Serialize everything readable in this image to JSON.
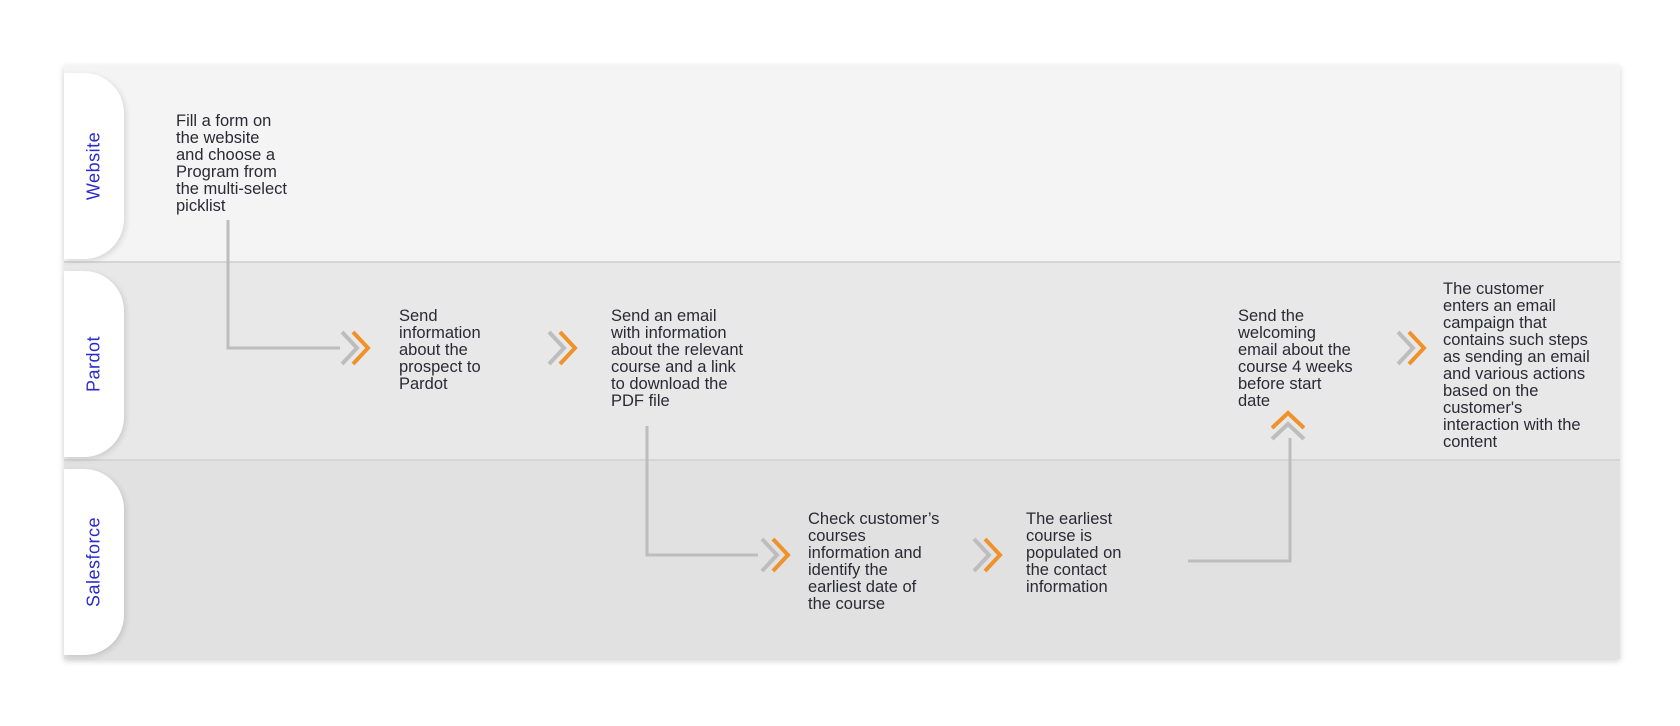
{
  "lanes": {
    "website": "Website",
    "pardot": "Pardot",
    "salesforce": "Salesforce"
  },
  "steps": {
    "fill_form": "Fill a form on\nthe website\nand choose a\nProgram from\nthe multi-select\npicklist",
    "send_info": "Send\ninformation\nabout the\nprospect to\nPardot",
    "send_email": "Send an email\nwith information\nabout the relevant\ncourse and a link\nto download the\nPDF file",
    "check_courses": "Check customer’s\ncourses\ninformation and\nidentify the\nearliest date of\nthe course",
    "earliest_course": "The earliest\ncourse is\npopulated on\nthe contact\ninformation",
    "welcoming_email": "Send the\nwelcoming\nemail about the\ncourse 4 weeks\nbefore start\ndate",
    "email_campaign": "The customer\nenters an email\ncampaign that\ncontains such steps\nas sending an email\nand various actions\nbased on the\ncustomer's\ninteraction with the\ncontent"
  },
  "colors": {
    "lane_label": "#2a2ad0",
    "arrow_accent": "#f0922b",
    "arrow_gray": "#bdbdbd",
    "connector": "#bdbdbd"
  }
}
